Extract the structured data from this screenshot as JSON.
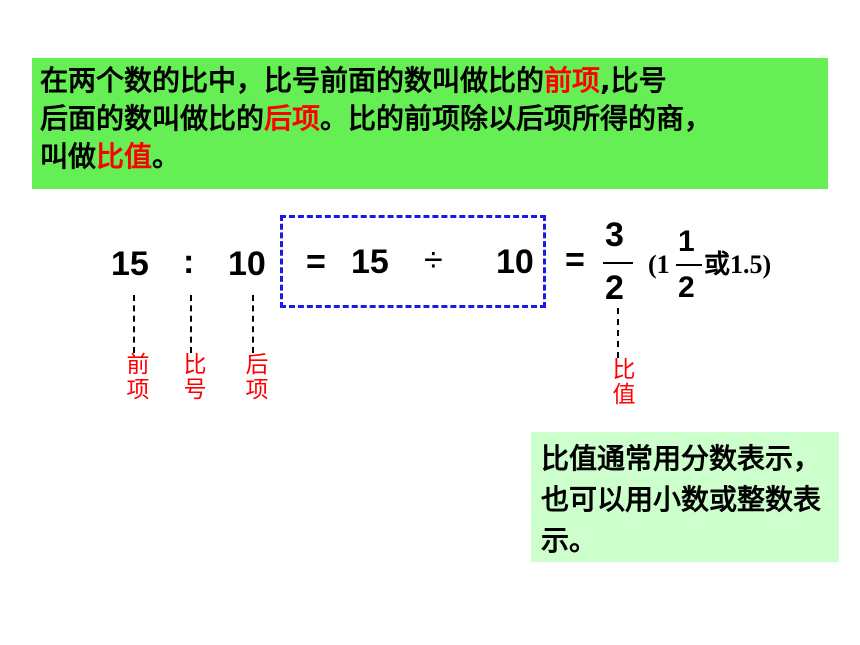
{
  "definition": {
    "line1_a": "在两个数的比中，比号前面的数叫做比的",
    "line1_red": "前项",
    "line1_b": ",比号",
    "line2_a": "后面的数叫做比的",
    "line2_red": "后项",
    "line2_b": "。比的前项除以后项所得的商，",
    "line3_a": "叫做",
    "line3_red": "比值",
    "line3_b": "。"
  },
  "equation": {
    "a": "15",
    "colon": ":",
    "b": "10",
    "eq1": "=",
    "a2": "15",
    "div": "÷",
    "b2": "10",
    "eq2": "=",
    "frac_num": "3",
    "frac_den": "2",
    "alt_open": "(1",
    "alt_frac_num": "1",
    "alt_frac_den": "2",
    "alt_tail": "或1.5)"
  },
  "labels": {
    "front": "前项",
    "sign": "比号",
    "back": "后项",
    "ratio_value": "比值"
  },
  "note": {
    "text": "比值通常用分数表示，也可以用小数或整数表示。"
  },
  "colors": {
    "definition_bg": "#66ee55",
    "note_bg": "#ccffcc",
    "highlight": "#ff0000",
    "dashed_box": "#1a1ae6"
  }
}
